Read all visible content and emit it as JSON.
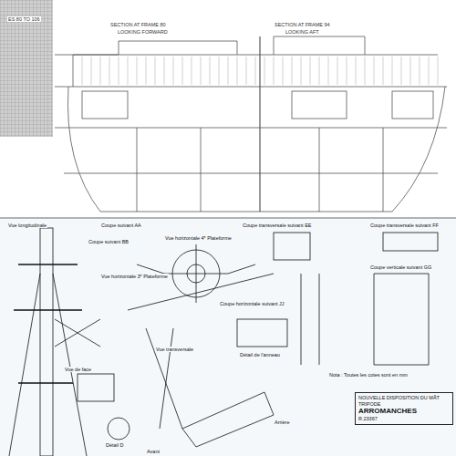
{
  "diagram": {
    "nodes": [
      {
        "text": [
          "NOUVELLE DISPOSITION DU MÂT TRIPODE",
          "ARROMANCHES",
          "R.23367"
        ]
      }
    ],
    "labels": [
      "ES 80 TO 106",
      "SECTION AT FRAME 80",
      "LOOKING FORWARD",
      "SECTION AT FRAME 94",
      "LOOKING AFT",
      "Vue longitudinale",
      "Coupe suivant AA",
      "Coupe suivant BB",
      "Vue horizontale 4ᵉ Plateforme",
      "Coupe transversale suivant EE",
      "Coupe transversale suivant FF",
      "Coupe verticale suivant GG",
      "Vue transversale",
      "Coupe horizontale suivant JJ",
      "Détail de l'anneau",
      "Vue de face",
      "Arrière",
      "Avant",
      "Détail D",
      "Vue horizontale 3ᵉ Plateforme",
      "Nota : Toutes les cotes sont en mm"
    ]
  }
}
